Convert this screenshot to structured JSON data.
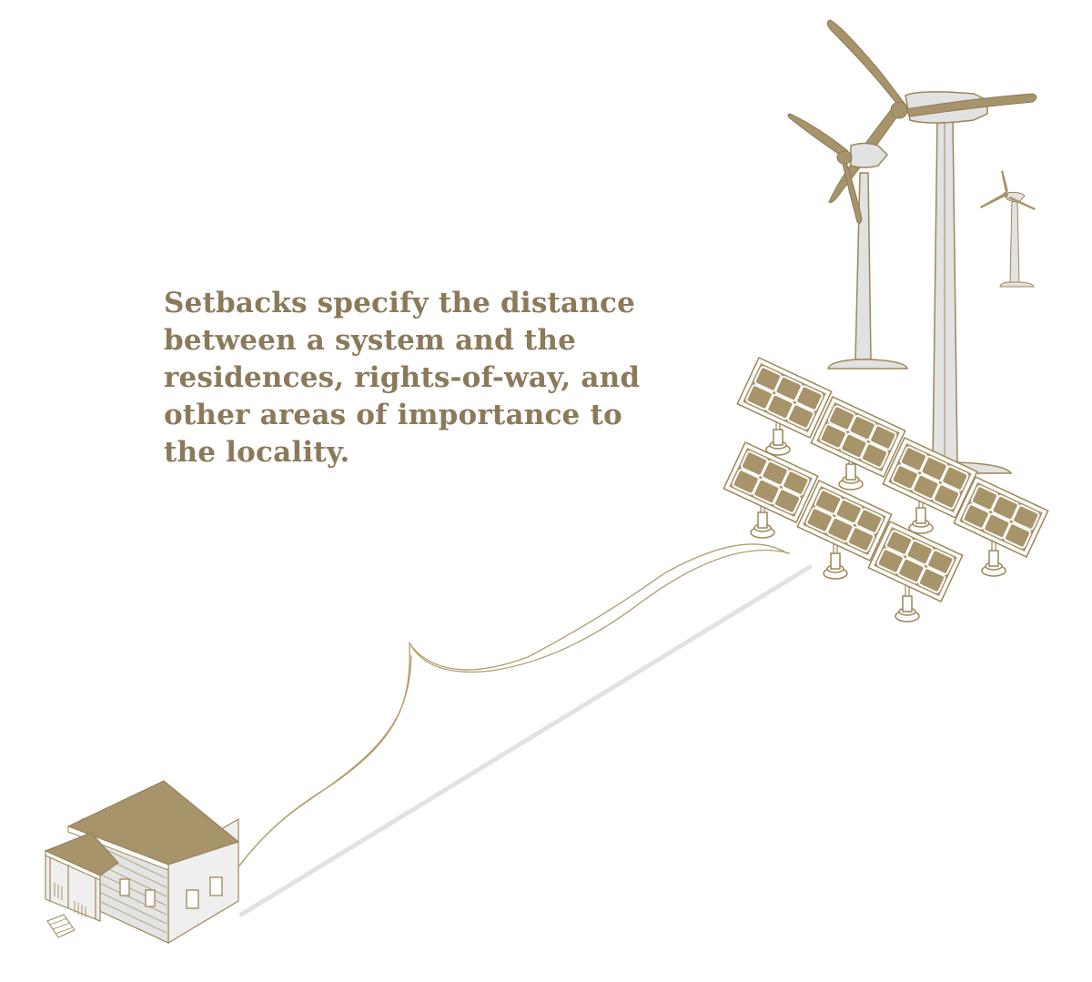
{
  "caption": {
    "lines": [
      "Setbacks specify the distance",
      "between a system and the",
      "residences, rights-of-way, and",
      "other areas of importance to",
      "the locality."
    ],
    "full_text": "Setbacks specify the distance between a system and the residences, rights-of-way, and other areas of importance to the locality."
  },
  "colors": {
    "accent_gold": "#a8946a",
    "text_gold": "#8b7a5a",
    "light_gray": "#e2e2e2",
    "outline": "#9c8656",
    "background": "#ffffff"
  },
  "illustration": {
    "elements": [
      "house-icon",
      "wind-turbine-icon",
      "wind-turbine-icon",
      "wind-turbine-icon",
      "solar-panel-array-icon",
      "setback-distance-line",
      "setback-bracket"
    ],
    "solar_panel_count": 7,
    "wind_turbine_count": 3
  }
}
